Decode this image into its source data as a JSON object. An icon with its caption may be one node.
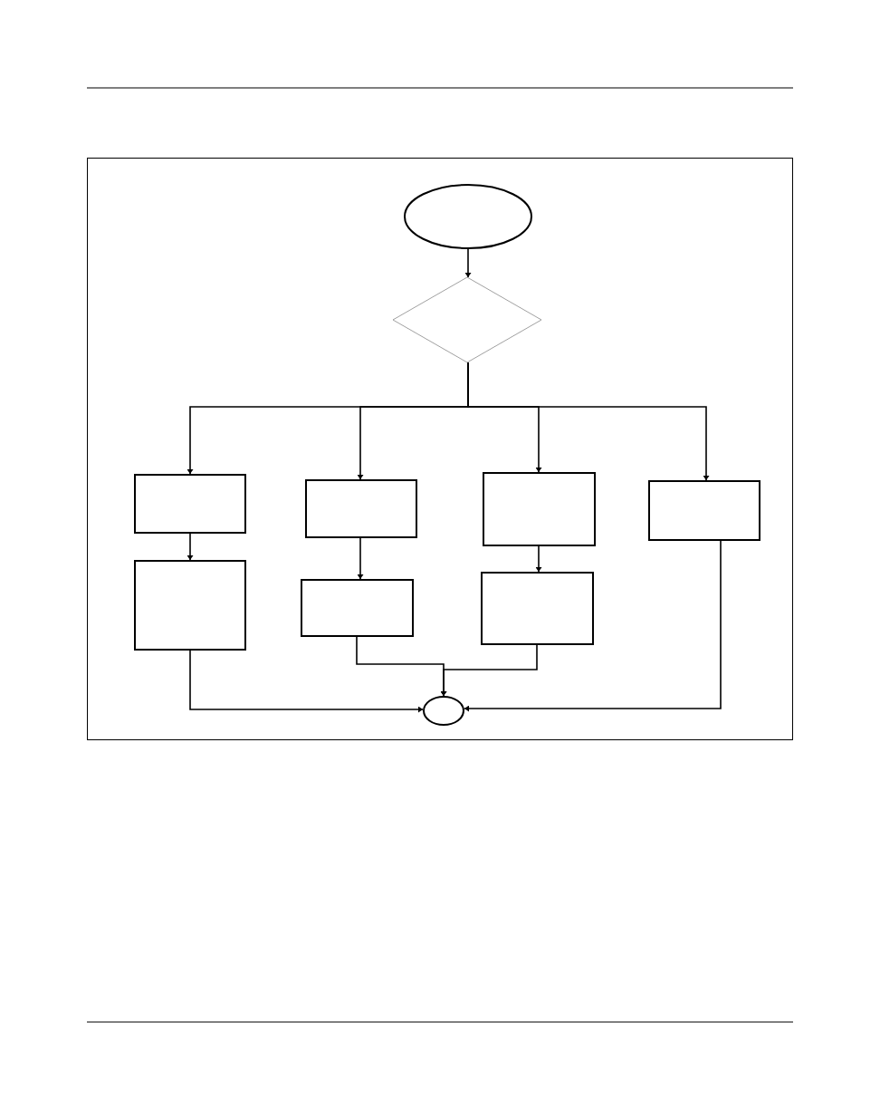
{
  "diagram": {
    "nodes": [
      {
        "text": [],
        "shape": "ellipse"
      },
      {
        "text": [],
        "shape": "diamond"
      },
      {
        "text": [],
        "shape": "box"
      },
      {
        "text": [],
        "shape": "box"
      },
      {
        "text": [],
        "shape": "box"
      },
      {
        "text": [],
        "shape": "box"
      },
      {
        "text": [],
        "shape": "box"
      },
      {
        "text": [],
        "shape": "box"
      },
      {
        "text": [],
        "shape": "box"
      },
      {
        "text": [],
        "shape": "ellipse"
      }
    ],
    "edges": [
      {
        "from": 0,
        "to": 1,
        "arrow": "to"
      },
      {
        "from": 1,
        "to": 2,
        "arrow": "to"
      },
      {
        "from": 1,
        "to": 3,
        "arrow": "to"
      },
      {
        "from": 1,
        "to": 4,
        "arrow": "to"
      },
      {
        "from": 1,
        "to": 5,
        "arrow": "to"
      },
      {
        "from": 2,
        "to": 6,
        "arrow": "to"
      },
      {
        "from": 3,
        "to": 7,
        "arrow": "to"
      },
      {
        "from": 4,
        "to": 8,
        "arrow": "to"
      },
      {
        "from": 6,
        "to": 9,
        "arrow": "to"
      },
      {
        "from": 7,
        "to": 9,
        "arrow": "to"
      },
      {
        "from": 8,
        "to": 9,
        "arrow": "to"
      },
      {
        "from": 5,
        "to": 9,
        "arrow": "to"
      }
    ]
  }
}
